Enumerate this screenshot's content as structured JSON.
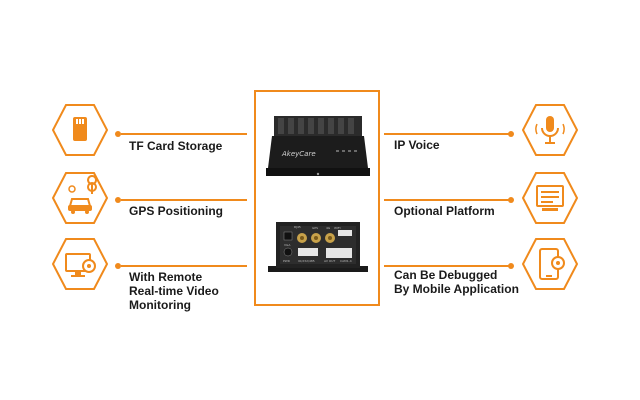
{
  "accent_color": "#f08a1c",
  "device": {
    "brand": "AkeyCare",
    "ports_labels": [
      "RJ45",
      "GPS",
      "4G",
      "WIFI",
      "VGA",
      "PWR",
      "IO/232/485",
      "AV OUT",
      "CAM1-4"
    ]
  },
  "features": {
    "left": [
      {
        "label": [
          "TF Card Storage"
        ],
        "icon": "sd-card-icon"
      },
      {
        "label": [
          "GPS Positioning"
        ],
        "icon": "car-gps-icon"
      },
      {
        "label": [
          "With Remote",
          "Real-time Video",
          "Monitoring"
        ],
        "icon": "monitor-camera-icon"
      }
    ],
    "right": [
      {
        "label": [
          "IP Voice"
        ],
        "icon": "microphone-icon"
      },
      {
        "label": [
          "Optional Platform"
        ],
        "icon": "platform-screen-icon"
      },
      {
        "label": [
          "Can Be Debugged",
          "By Mobile Application"
        ],
        "icon": "mobile-settings-icon"
      }
    ]
  }
}
